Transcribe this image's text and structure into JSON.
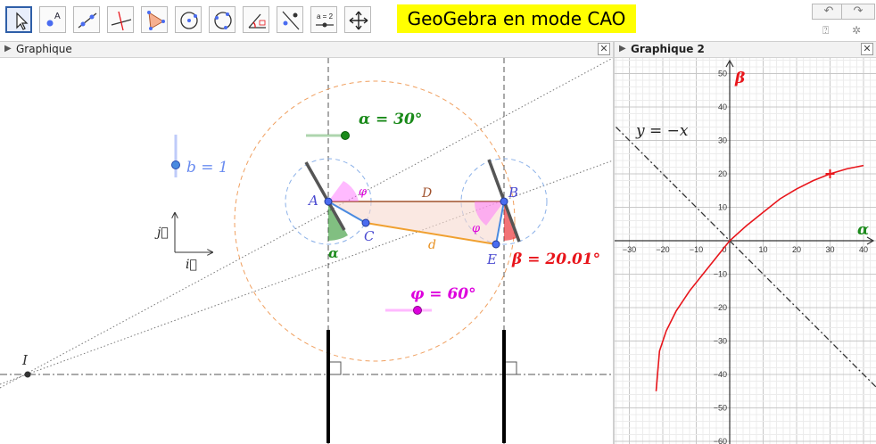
{
  "toolbar": {
    "tools": [
      {
        "name": "move-tool-icon",
        "selected": true
      },
      {
        "name": "point-tool-icon"
      },
      {
        "name": "line-tool-icon"
      },
      {
        "name": "perpendicular-line-tool-icon"
      },
      {
        "name": "polygon-tool-icon"
      },
      {
        "name": "circle-center-point-tool-icon"
      },
      {
        "name": "circle-three-points-tool-icon"
      },
      {
        "name": "angle-tool-icon"
      },
      {
        "name": "reflect-tool-icon"
      },
      {
        "name": "slider-tool-icon",
        "label": "a = 2"
      },
      {
        "name": "move-view-tool-icon"
      }
    ],
    "undo_icon": "undo-icon",
    "redo_icon": "redo-icon",
    "help_icon": "help-icon",
    "settings_icon": "gear-icon"
  },
  "banner": {
    "text": "GeoGebra en mode CAO",
    "color": "#ffff00"
  },
  "graphics1": {
    "title": "Graphique",
    "labels": {
      "alpha_slider": "α = 30°",
      "b_slider": "b = 1",
      "phi_slider": "φ = 60°",
      "beta_value": "β = 20.01°",
      "A": "A",
      "B": "B",
      "C": "C",
      "E": "E",
      "I": "I",
      "D": "D",
      "d": "d",
      "phi_angle": "φ",
      "alpha_angle": "α",
      "j_vec": "j⃗",
      "i_vec": "i⃗"
    },
    "colors": {
      "green": "#1a8a1a",
      "red": "#e8151b",
      "magenta": "#dd00dd",
      "blue": "#4a6cf0",
      "orange": "#f0a030",
      "brown": "#a0522d"
    }
  },
  "graphics2": {
    "title": "Graphique 2",
    "line_label": "y = −x",
    "x_axis_label": "α",
    "y_axis_label": "β",
    "x_ticks": [
      "−30",
      "−20",
      "−10",
      "0",
      "10",
      "20",
      "30",
      "40"
    ],
    "y_ticks": [
      "50",
      "40",
      "30",
      "20",
      "10",
      "−10",
      "−20",
      "−30",
      "−40",
      "−50",
      "−60"
    ]
  },
  "chart_data": {
    "type": "line",
    "title": "",
    "xlabel": "α",
    "ylabel": "β",
    "xlim": [
      -34,
      44
    ],
    "ylim": [
      -62,
      55
    ],
    "grid": true,
    "series": [
      {
        "x": [
          -22,
          -21,
          -19,
          -16,
          -12,
          -8,
          -4,
          0,
          5,
          10,
          15,
          20,
          25,
          30,
          35,
          40
        ],
        "y": [
          -45,
          -33,
          -27,
          -21,
          -15,
          -10,
          -5,
          0,
          4.5,
          8.5,
          12.5,
          15.5,
          18,
          20,
          21.5,
          22.5
        ],
        "color": "#e8151b"
      }
    ],
    "reference_line": {
      "label": "y = −x",
      "slope": -1
    },
    "marked_point": {
      "x": 30,
      "y": 20.01
    }
  }
}
